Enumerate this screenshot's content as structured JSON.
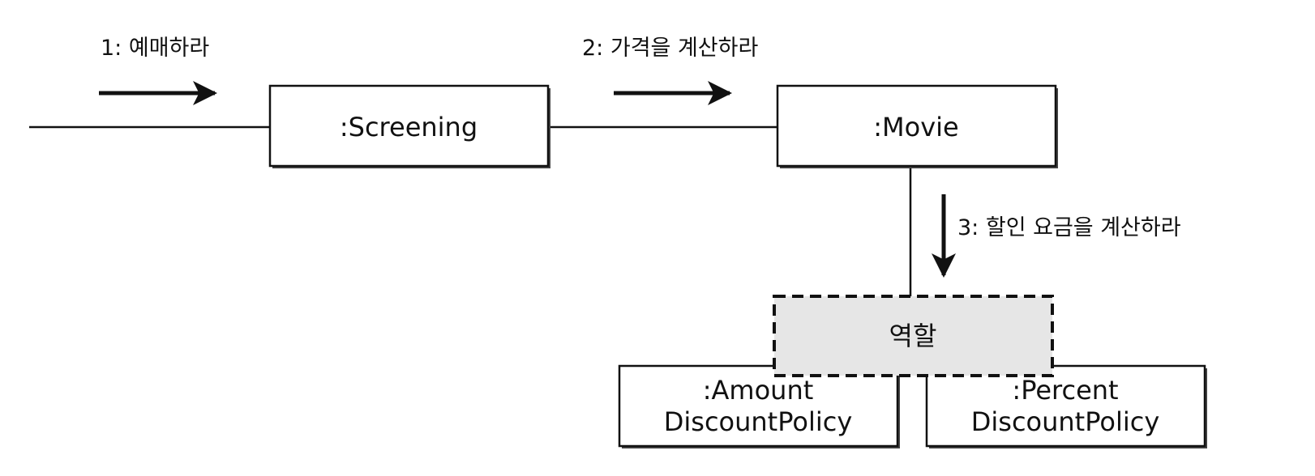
{
  "messages": {
    "m1": "1: 예매하라",
    "m2": "2: 가격을 계산하라",
    "m3": "3: 할인 요금을 계산하라"
  },
  "objects": {
    "screening": ":Screening",
    "movie": ":Movie",
    "role": "역할",
    "amount_line1": ":Amount",
    "amount_line2": "DiscountPolicy",
    "percent_line1": ":Percent",
    "percent_line2": "DiscountPolicy"
  },
  "colors": {
    "stroke": "#111111",
    "box_fill": "#ffffff",
    "role_fill": "#e6e6e6",
    "shadow": "#444444"
  }
}
